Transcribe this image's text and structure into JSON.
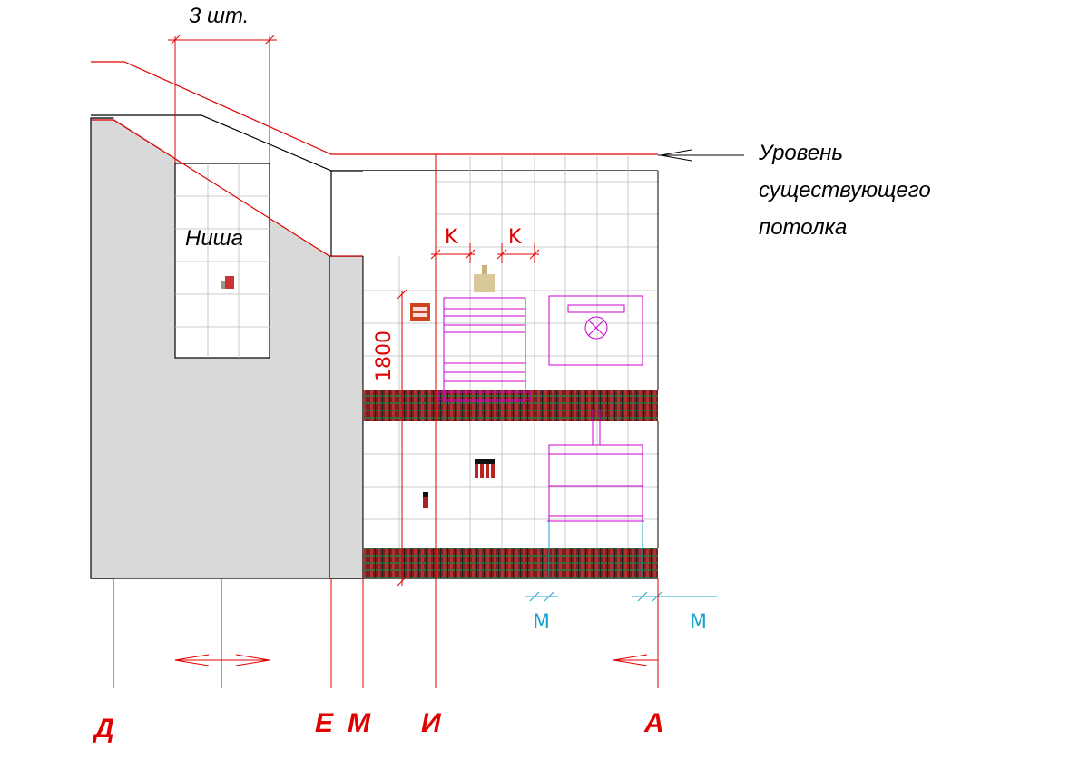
{
  "annotations": {
    "count_label": "3 шт.",
    "niche_label": "Ниша",
    "ceiling_label": [
      "Уровень",
      "существующего",
      "потолка"
    ],
    "height_dim": "1800",
    "k_dim_1": "K",
    "k_dim_2": "K",
    "m_dim_1": "M",
    "m_dim_2": "M"
  },
  "grid_axes": [
    "Д",
    "Е",
    "М",
    "И",
    "А"
  ],
  "colors": {
    "outline": "#000000",
    "red_line": "#e00000",
    "wall_fill": "#d9d9d9",
    "tile_grid": "#bdbdbd",
    "magenta": "#cc00cc",
    "cyan": "#1aa3cc",
    "tartan": "#8b2a2a"
  },
  "icons": [
    "guards-icon",
    "bus-icon",
    "tower-icon",
    "guard-icon",
    "booth-icon"
  ]
}
